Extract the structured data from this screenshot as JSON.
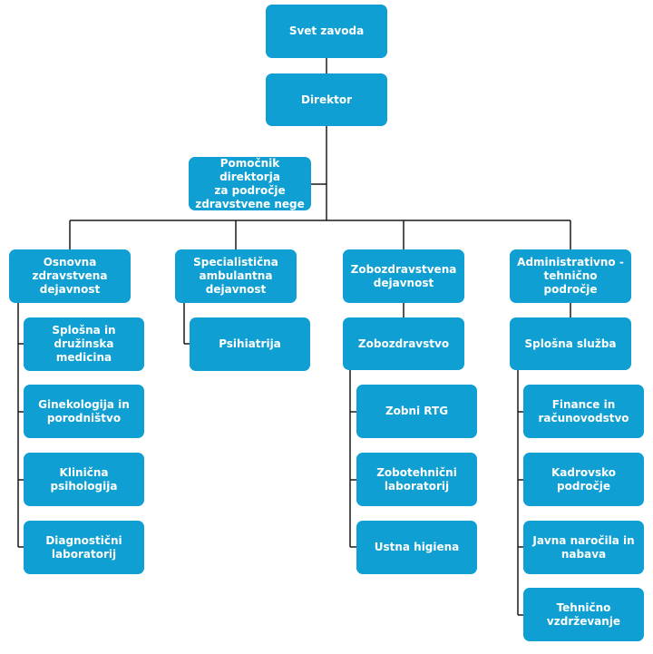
{
  "colors": {
    "box_fill": "#0f9fd3",
    "box_text": "#ffffff",
    "connector": "#1a1a1a"
  },
  "nodes": {
    "svet_zavoda": "Svet zavoda",
    "direktor": "Direktor",
    "pomocnik": "Pomočnik direktorja\nza področje\nzdravstvene nege",
    "osnovna": "Osnovna\nzdravstvena\ndejavnost",
    "specialisticna": "Specialistična\nambulantna\ndejavnost",
    "zobozdravstvena": "Zobozdravstvena\ndejavnost",
    "administrativno": "Administrativno -\ntehnično področje",
    "splosna_medicina": "Splošna in\ndružinska medicina",
    "ginekologija": "Ginekologija in\nporodništvo",
    "klinicna_psihologija": "Klinična\npsihologija",
    "diagnosticni_lab": "Diagnostični\nlaboratorij",
    "psihiatrija": "Psihiatrija",
    "zobozdravstvo": "Zobozdravstvo",
    "zobni_rtg": "Zobni RTG",
    "zobotehnicni_lab": "Zobotehnični\nlaboratorij",
    "ustna_higiena": "Ustna higiena",
    "splosna_sluzba": "Splošna služba",
    "finance": "Finance in\nračunovodstvo",
    "kadrovsko": "Kadrovsko področje",
    "javna_narocila": "Javna naročila in\nnabava",
    "tehnicno_vzdrzevanje": "Tehnično\nvzdrževanje"
  }
}
